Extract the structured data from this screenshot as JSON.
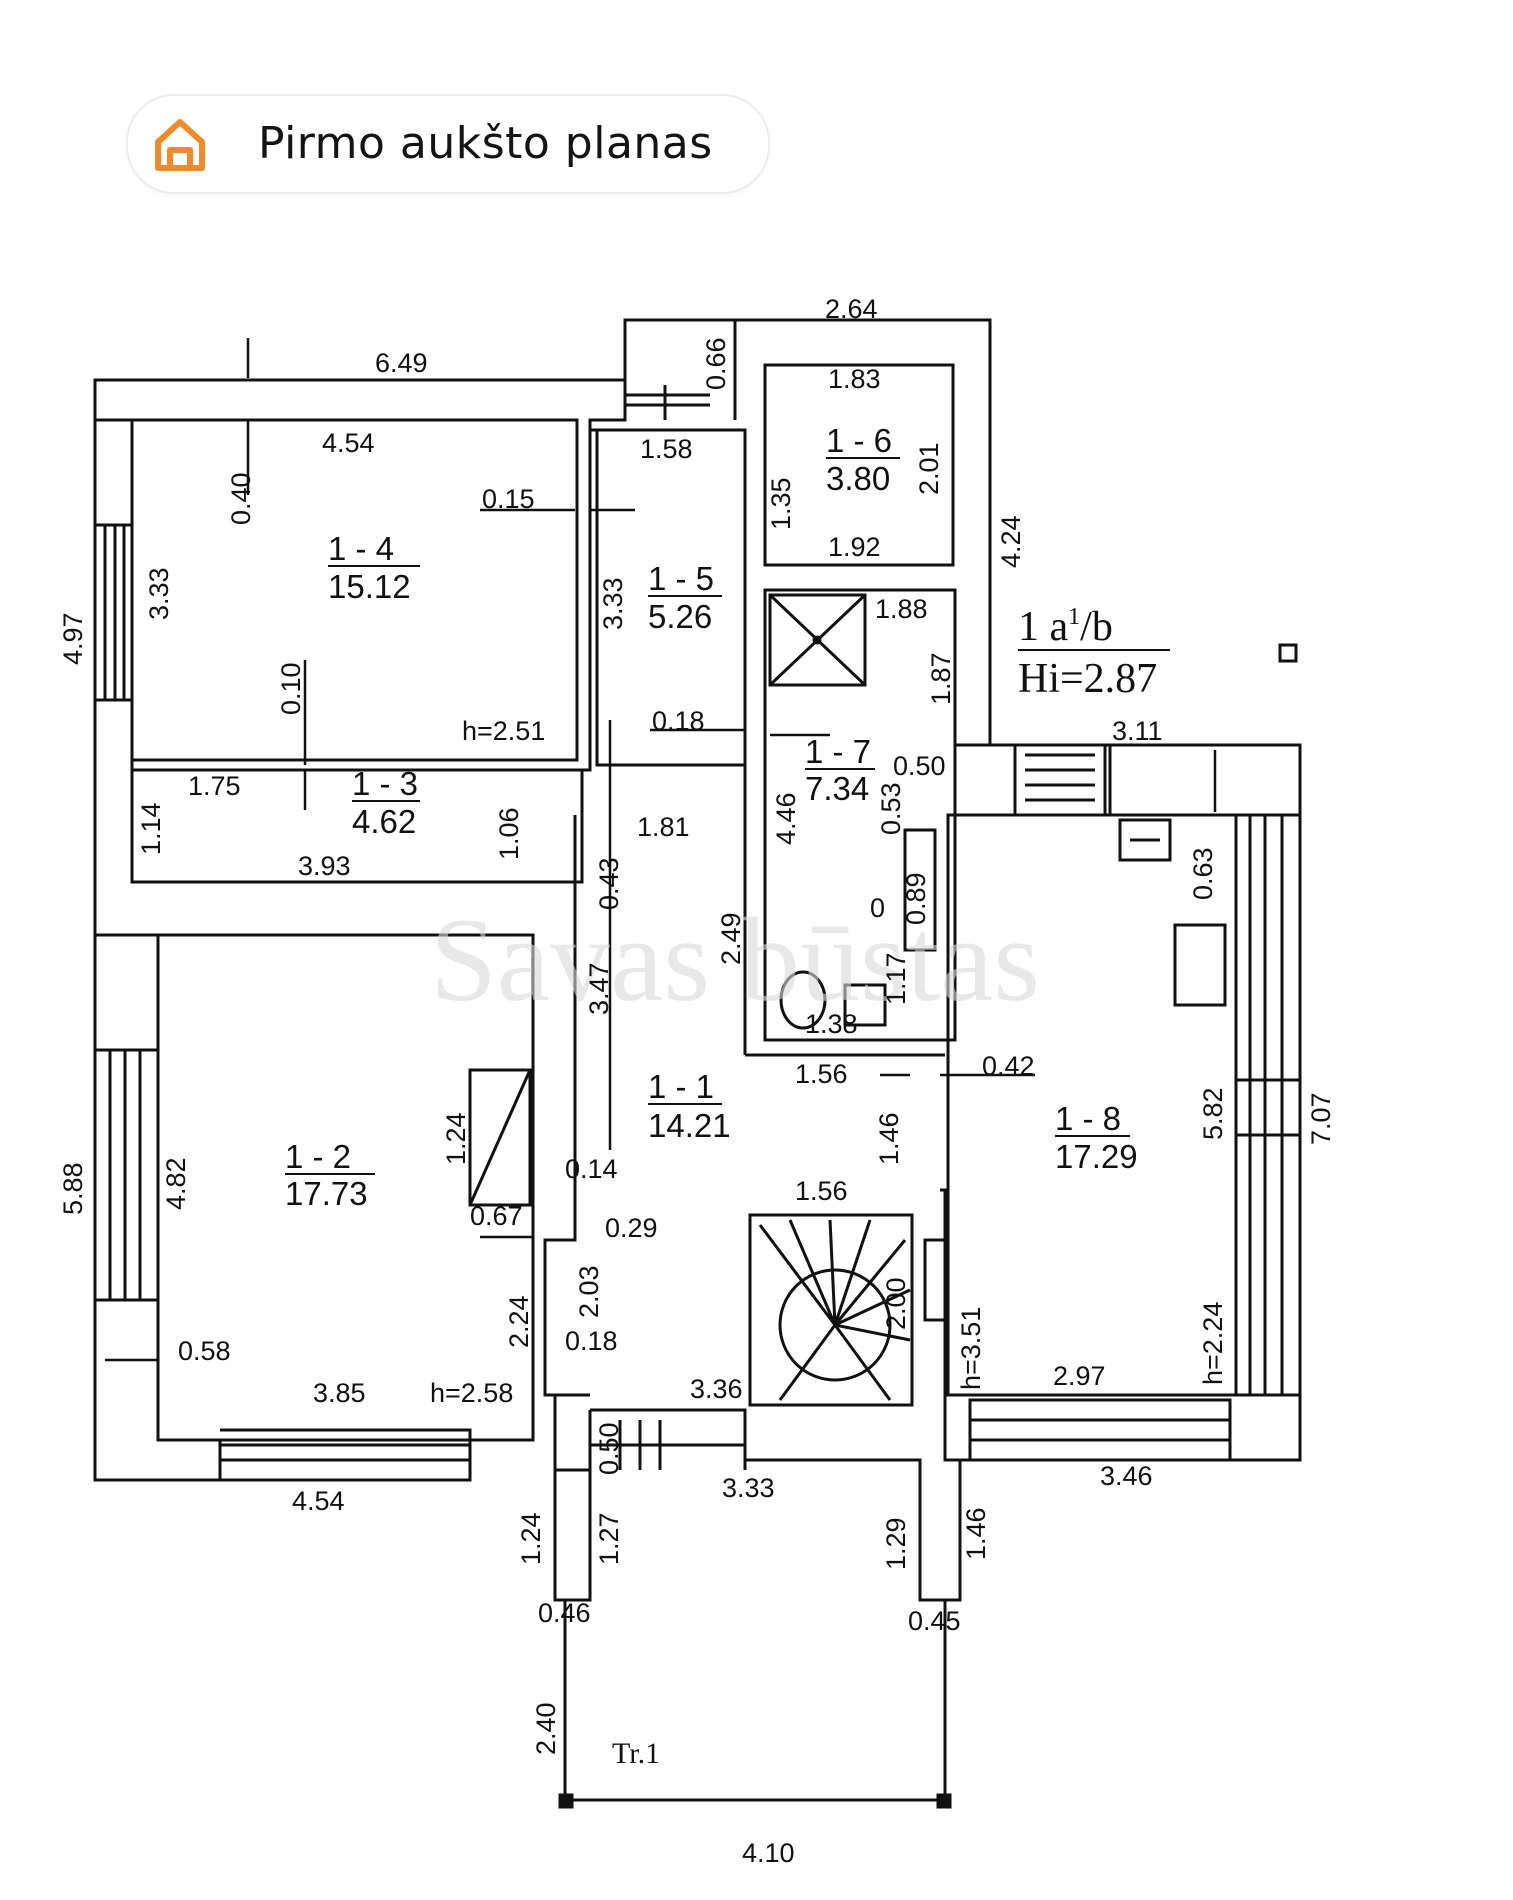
{
  "header": {
    "title": "Pirmo aukšto planas",
    "icon": "house-icon",
    "accent_color": "#f08a2a"
  },
  "watermark": "Savas būstas",
  "plan": {
    "title_line1_a": "1 a",
    "title_line1_sup": "1",
    "title_line1_b": "/b",
    "title_line2": "Hi=2.87",
    "terrace_label": "Tr.1",
    "rooms": [
      {
        "id": "1 - 1",
        "area": "14.21"
      },
      {
        "id": "1 - 2",
        "area": "17.73"
      },
      {
        "id": "1 - 3",
        "area": "4.62"
      },
      {
        "id": "1 - 4",
        "area": "15.12"
      },
      {
        "id": "1 - 5",
        "area": "5.26"
      },
      {
        "id": "1 - 6",
        "area": "3.80"
      },
      {
        "id": "1 - 7",
        "area": "7.34"
      },
      {
        "id": "1 - 8",
        "area": "17.29"
      }
    ],
    "heights": [
      "h=2.51",
      "h=2.58",
      "h=3.51",
      "h=2.24"
    ],
    "dimensions": {
      "d_264": "2.64",
      "d_066": "0.66",
      "d_649": "6.49",
      "d_158": "1.58",
      "d_183": "1.83",
      "d_201": "2.01",
      "d_135": "1.35",
      "d_192": "1.92",
      "d_424": "4.24",
      "d_454_top": "4.54",
      "d_040": "0.40",
      "d_015": "0.15",
      "d_333_a": "3.33",
      "d_333_b": "3.33",
      "d_497": "4.97",
      "d_188": "1.88",
      "d_187": "1.87",
      "d_010": "0.10",
      "d_018_a": "0.18",
      "d_311": "3.11",
      "d_050": "0.50",
      "d_175": "1.75",
      "d_114": "1.14",
      "d_106": "1.06",
      "d_393": "3.93",
      "d_181": "1.81",
      "d_446": "4.46",
      "d_053": "0.53",
      "d_063": "0.63",
      "d_043": "0.43",
      "d_249": "2.49",
      "d_089": "0.89",
      "d_0": "0",
      "d_117": "1.17",
      "d_347": "3.47",
      "d_138": "1.38",
      "d_156_a": "1.56",
      "d_042": "0.42",
      "d_582": "5.82",
      "d_707": "7.07",
      "d_124_a": "1.24",
      "d_588": "5.88",
      "d_482": "4.82",
      "d_146_a": "1.46",
      "d_014": "0.14",
      "d_156_b": "1.56",
      "d_067": "0.67",
      "d_029": "0.29",
      "d_203": "2.03",
      "d_200": "2.00",
      "d_224_a": "2.24",
      "d_018_b": "0.18",
      "d_058": "0.58",
      "d_385": "3.85",
      "d_336": "3.36",
      "d_297": "2.97",
      "d_454_bot": "4.54",
      "d_050_b": "0.50",
      "d_333_c": "3.33",
      "d_346": "3.46",
      "d_124_b": "1.24",
      "d_127": "1.27",
      "d_129": "1.29",
      "d_146_b": "1.46",
      "d_046": "0.46",
      "d_045": "0.45",
      "d_240": "2.40",
      "d_410": "4.10"
    }
  }
}
